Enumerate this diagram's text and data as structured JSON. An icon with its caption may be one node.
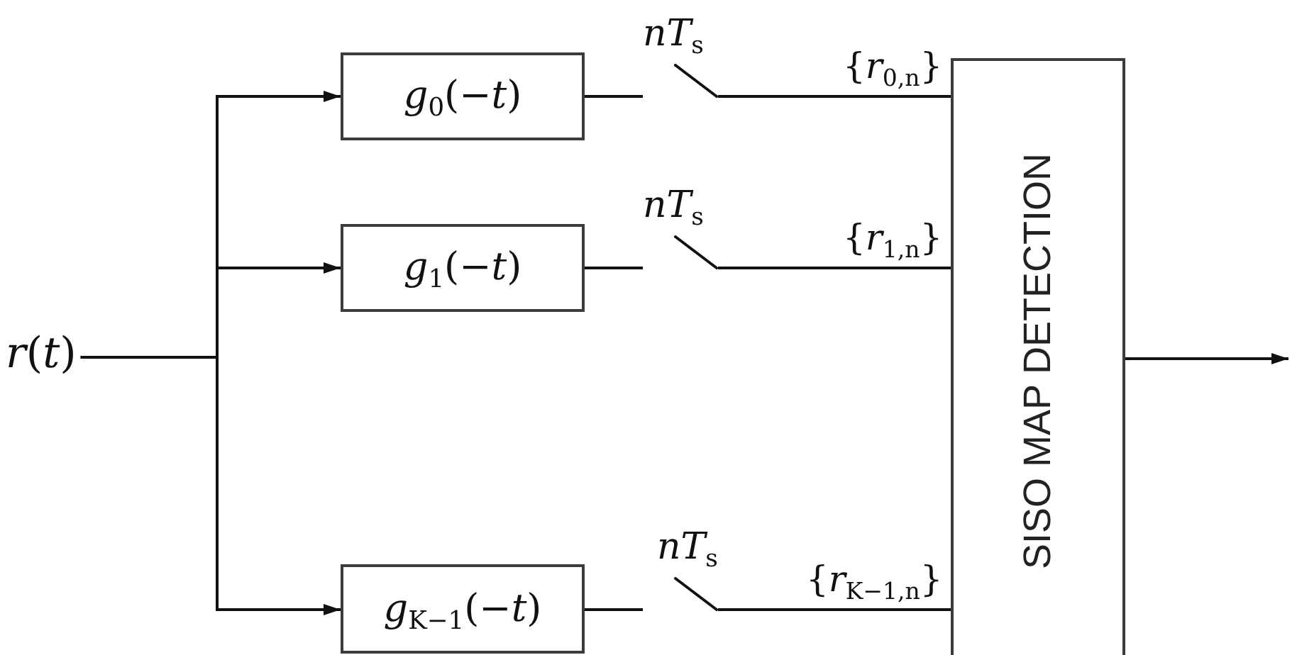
{
  "diagram": {
    "nodes": [
      {
        "text": [
          "*r*(*t*)"
        ]
      },
      {
        "text": [
          "*g*$_{0}$(−*t*)"
        ]
      },
      {
        "text": [
          "*g*$_{1}$(−*t*)"
        ]
      },
      {
        "text": [
          "*g*$_{K−1}$(−*t*)"
        ]
      },
      {
        "text": [],
        "shape": "switch",
        "beside": [
          "*nT*$_{s}$"
        ]
      },
      {
        "text": [],
        "shape": "switch",
        "beside": [
          "*nT*$_{s}$"
        ]
      },
      {
        "text": [],
        "shape": "switch",
        "beside": [
          "*nT*$_{s}$"
        ]
      },
      {
        "text": [
          "SISO MAP DETECTION"
        ]
      }
    ],
    "edges": [
      {
        "from": 0,
        "to": 1,
        "arrow": "to"
      },
      {
        "from": 0,
        "to": 2,
        "arrow": "to"
      },
      {
        "from": 0,
        "to": 3,
        "arrow": "to"
      },
      {
        "from": 1,
        "to": 4,
        "arrow": "none"
      },
      {
        "from": 2,
        "to": 5,
        "arrow": "none"
      },
      {
        "from": 3,
        "to": 6,
        "arrow": "none"
      },
      {
        "from": 4,
        "to": 7,
        "arrow": "none",
        "label": "{*r*$_{0,n}$}"
      },
      {
        "from": 5,
        "to": 7,
        "arrow": "none",
        "label": "{*r*$_{1,n}$}"
      },
      {
        "from": 6,
        "to": 7,
        "arrow": "none",
        "label": "{*r*$_{K−1,n}$}"
      },
      {
        "from": 7,
        "to": null,
        "arrow": "to"
      }
    ]
  }
}
